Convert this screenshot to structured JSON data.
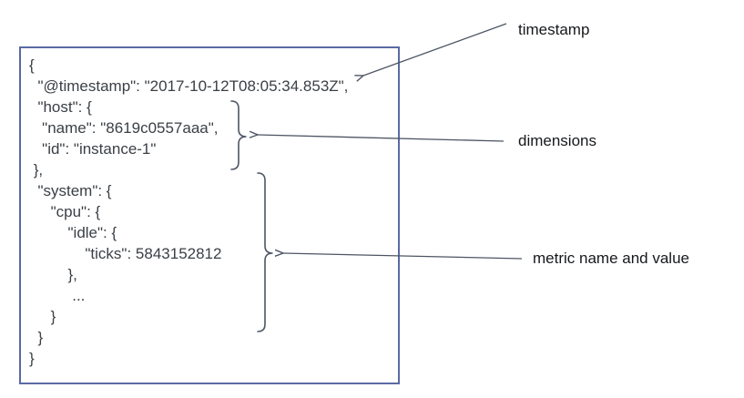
{
  "document_box": {
    "code_lines": [
      "{",
      "  \"@timestamp\": \"2017-10-12T08:05:34.853Z\",",
      "  \"host\": {",
      "   \"name\": \"8619c0557aaa\",",
      "   \"id\": \"instance-1\"",
      " },",
      "  \"system\": {",
      "     \"cpu\": {",
      "         \"idle\": {",
      "             \"ticks\": 5843152812",
      "         },",
      "          ...",
      "     }",
      "  }",
      "}"
    ]
  },
  "annotations": {
    "timestamp_label": "timestamp",
    "dimensions_label": "dimensions",
    "metric_label": "metric name and value"
  },
  "colors": {
    "box_border": "#5b69a2",
    "code_text": "#3b4046",
    "annotation_line": "#4d5564",
    "label_text": "#16181b"
  }
}
